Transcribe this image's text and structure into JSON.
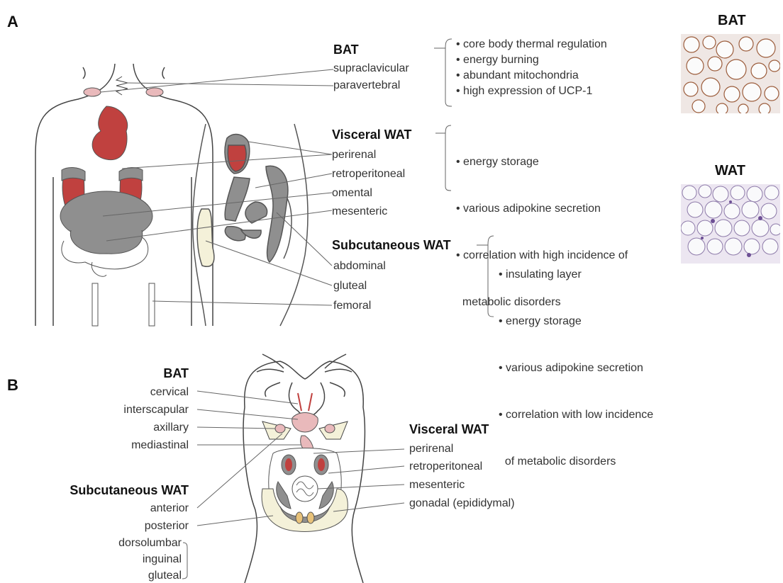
{
  "panel_a": {
    "letter": "A",
    "bat": {
      "title": "BAT",
      "depots": [
        "supraclavicular",
        "paravertebral"
      ],
      "features": [
        "• core body thermal regulation",
        "• energy burning",
        "• abundant mitochondria",
        "• high expression of UCP-1"
      ]
    },
    "visceral": {
      "title": "Visceral WAT",
      "depots": [
        "perirenal",
        "retroperitoneal",
        "omental",
        "mesenteric"
      ],
      "features": [
        "• energy storage",
        "• various adipokine secretion",
        "• correlation with high incidence of",
        "  metabolic disorders"
      ]
    },
    "subcutaneous": {
      "title": "Subcutaneous WAT",
      "depots": [
        "abdominal",
        "gluteal",
        "femoral"
      ],
      "features": [
        "• insulating layer",
        "• energy storage",
        "• various adipokine secretion",
        "• correlation with low incidence",
        "  of metabolic disorders"
      ]
    },
    "micrographs": {
      "bat_title": "BAT",
      "wat_title": "WAT"
    }
  },
  "panel_b": {
    "letter": "B",
    "bat": {
      "title": "BAT",
      "depots": [
        "cervical",
        "interscapular",
        "axillary",
        "mediastinal"
      ]
    },
    "subcutaneous": {
      "title": "Subcutaneous WAT",
      "depots": [
        "anterior",
        "posterior"
      ],
      "posterior_sub": [
        "dorsolumbar",
        "inguinal",
        "gluteal"
      ]
    },
    "visceral": {
      "title": "Visceral WAT",
      "depots": [
        "perirenal",
        "retroperitoneal",
        "mesenteric",
        "gonadal (epididymal)"
      ]
    }
  },
  "colors": {
    "bat_tissue": "#c0413f",
    "bat_light": "#e9b9bb",
    "visceral_wat": "#8f8f8f",
    "subcutaneous_wat": "#f4f1d9",
    "outline": "#444444"
  }
}
